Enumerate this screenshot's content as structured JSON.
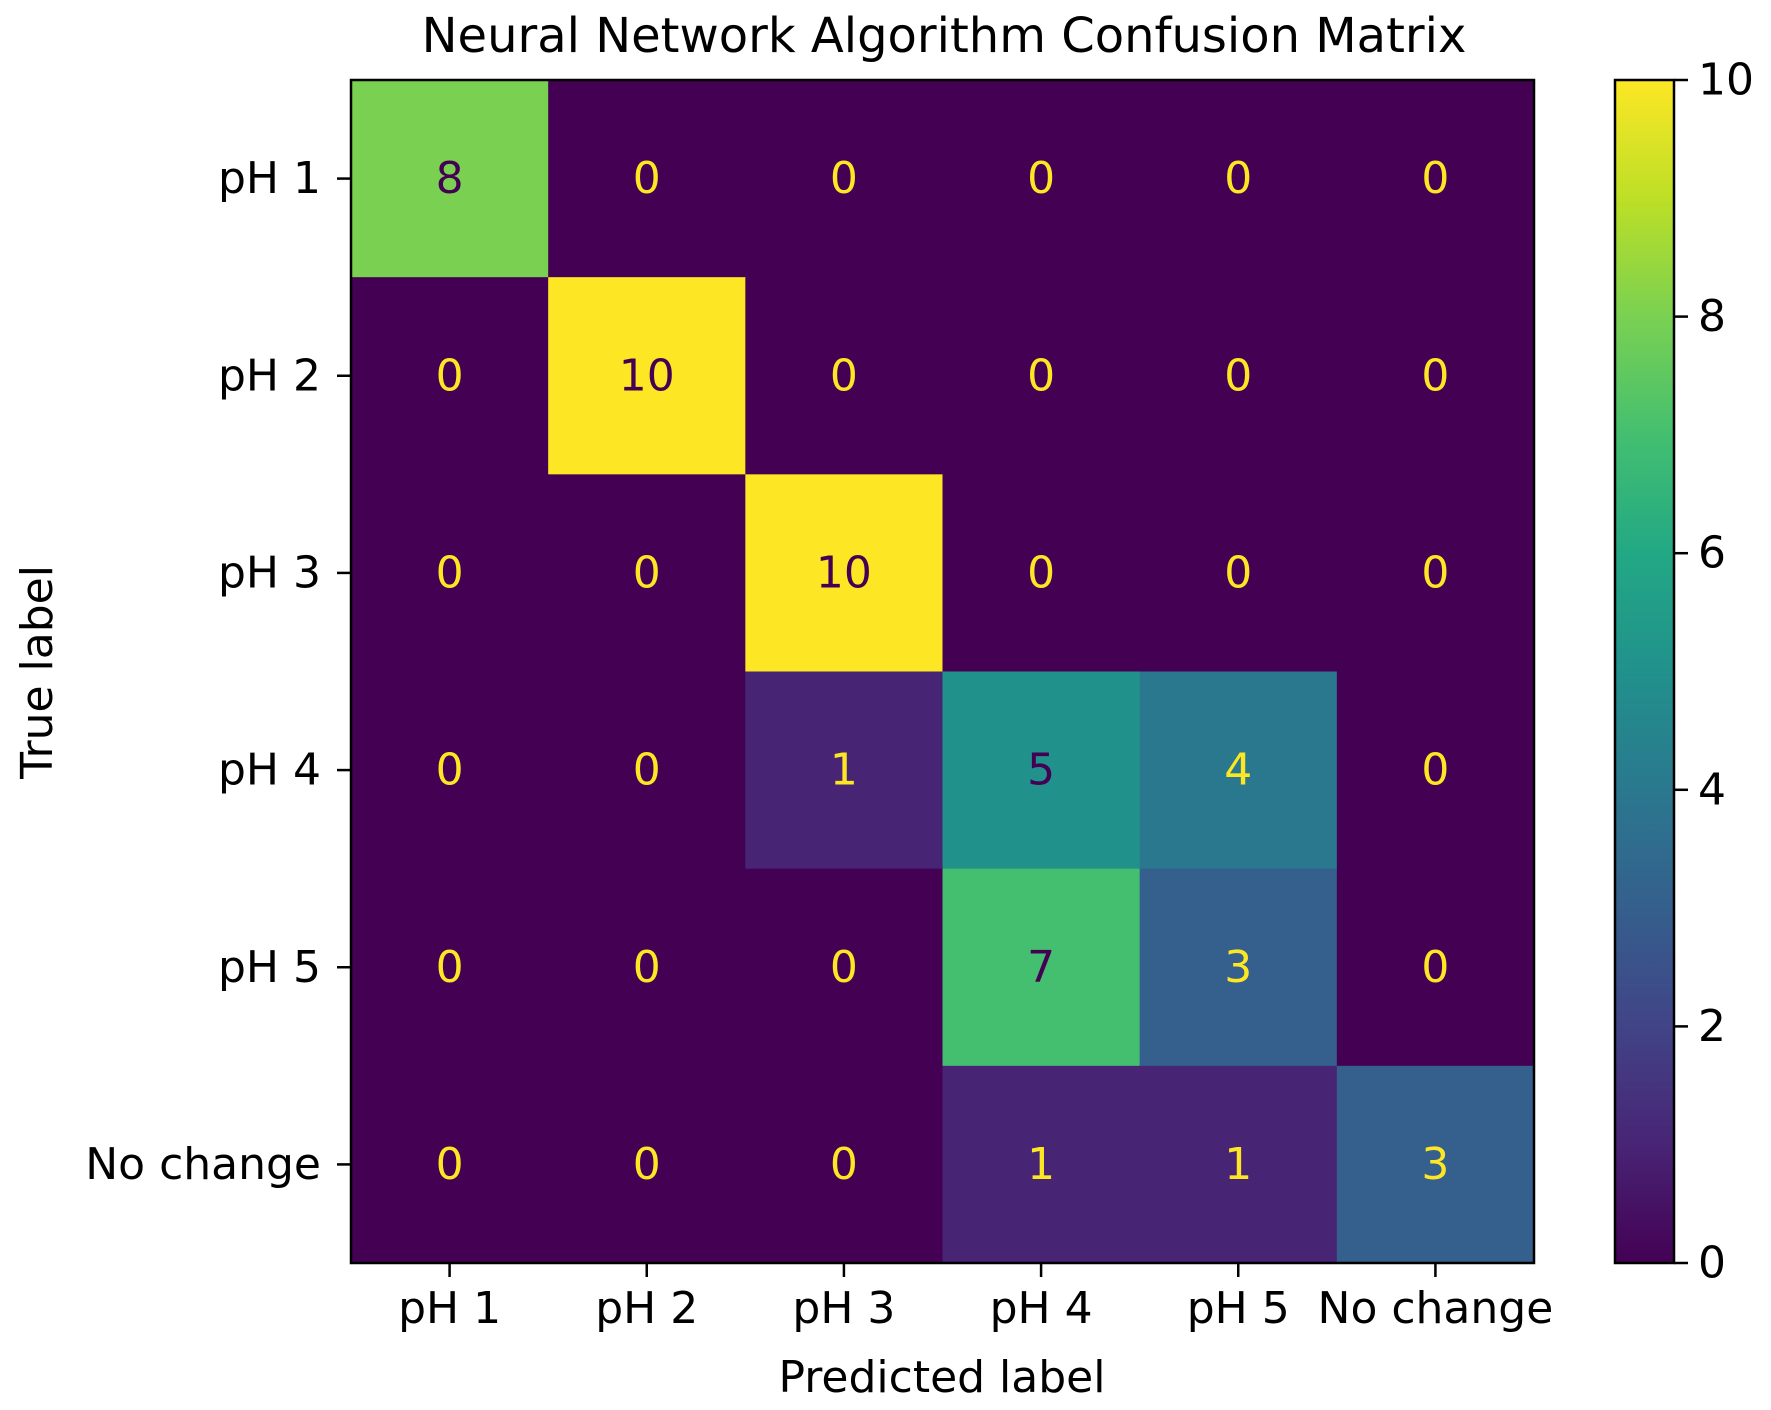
{
  "chart_data": {
    "type": "heatmap",
    "title": "Neural Network Algorithm Confusion Matrix",
    "xlabel": "Predicted label",
    "ylabel": "True label",
    "x_categories": [
      "pH 1",
      "pH 2",
      "pH 3",
      "pH 4",
      "pH 5",
      "No change"
    ],
    "y_categories": [
      "pH 1",
      "pH 2",
      "pH 3",
      "pH 4",
      "pH 5",
      "No change"
    ],
    "values": [
      [
        8,
        0,
        0,
        0,
        0,
        0
      ],
      [
        0,
        10,
        0,
        0,
        0,
        0
      ],
      [
        0,
        0,
        10,
        0,
        0,
        0
      ],
      [
        0,
        0,
        1,
        5,
        4,
        0
      ],
      [
        0,
        0,
        0,
        7,
        3,
        0
      ],
      [
        0,
        0,
        0,
        1,
        1,
        3
      ]
    ],
    "colorbar": {
      "colormap": "viridis",
      "range": [
        0,
        10
      ],
      "ticks": [
        "0",
        "2",
        "4",
        "6",
        "8",
        "10"
      ]
    },
    "annotation_colors": {
      "light": "#fde725",
      "dark": "#440154"
    }
  }
}
